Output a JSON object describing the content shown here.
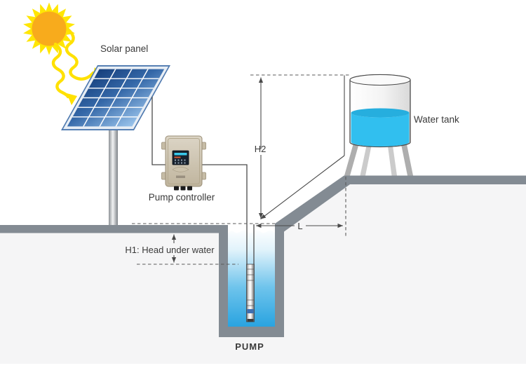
{
  "diagram": {
    "labels": {
      "solar_panel": "Solar panel",
      "pump_controller": "Pump controller",
      "water_tank": "Water tank",
      "pump": "PUMP",
      "h2": "H2",
      "h1": "H1: Head under water",
      "l": "L"
    },
    "colors": {
      "sun_core": "#F8AB1C",
      "sun_rays": "#FFE604",
      "beam": "#FFE100",
      "ground": "#838B93",
      "underground": "#F5F5F6",
      "line": "#4A4A4A",
      "tank_water": "#31BFEF",
      "tank_water_surface": "#26AEDE",
      "well_water_deep": "#29A3E0",
      "controller_body": "#CFC7B4"
    }
  }
}
